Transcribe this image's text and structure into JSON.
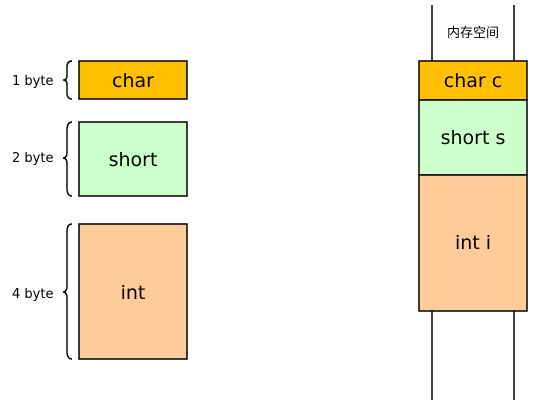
{
  "colors": {
    "char_fill": "#ffc000",
    "short_fill": "#ccffcc",
    "int_fill": "#ffcc99",
    "stroke": "#000000"
  },
  "types": [
    {
      "name": "char",
      "size_label": "1 byte",
      "bytes": 1
    },
    {
      "name": "short",
      "size_label": "2 byte",
      "bytes": 2
    },
    {
      "name": "int",
      "size_label": "4 byte",
      "bytes": 4
    }
  ],
  "memory": {
    "title": "内存空间",
    "variables": [
      {
        "label": "char c",
        "type": "char"
      },
      {
        "label": "short s",
        "type": "short"
      },
      {
        "label": "int i",
        "type": "int"
      }
    ]
  }
}
